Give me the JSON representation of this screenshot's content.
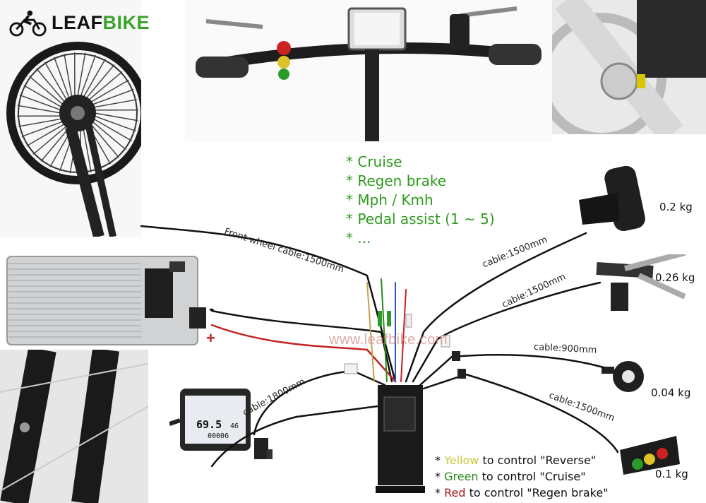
{
  "brand": {
    "name_leaf": "LEAF",
    "name_bike": "BIKE",
    "leaf_color": "#111111",
    "bike_color": "#3aa32a"
  },
  "features": {
    "color": "#2f9b1e",
    "items": [
      "* Cruise",
      "* Regen brake",
      "* Mph / Kmh",
      "* Pedal assist (1 ~ 5)",
      "* ..."
    ]
  },
  "cables": {
    "front_wheel": "Front wheel cable:1500mm",
    "throttle": "cable:1500mm",
    "brake": "cable:1500mm",
    "pas": "cable:900mm",
    "switch": "cable:1500mm",
    "display": "cable:1800mm"
  },
  "weights": {
    "throttle": "0.2 kg",
    "brake": "0.26 kg",
    "pas": "0.04 kg",
    "switch": "0.1 kg"
  },
  "battery": {
    "minus": "-",
    "plus": "+"
  },
  "watermark": "www.leafbike.com",
  "display_screen": {
    "speed": "69.5",
    "right": "46",
    "odo": "00006"
  },
  "legend": {
    "yellow": {
      "bullet": "* ",
      "color_word": "Yellow",
      "rest": " to control \"Reverse\""
    },
    "green": {
      "bullet": "* ",
      "color_word": "Green",
      "rest": " to control \"Cruise\""
    },
    "red": {
      "bullet": "* ",
      "color_word": "Red",
      "rest": " to control \"Regen brake\""
    }
  },
  "colors": {
    "yellow": "#c8c83c",
    "green": "#2a8a1a",
    "red": "#a01818",
    "cable_red": "#c42222"
  }
}
